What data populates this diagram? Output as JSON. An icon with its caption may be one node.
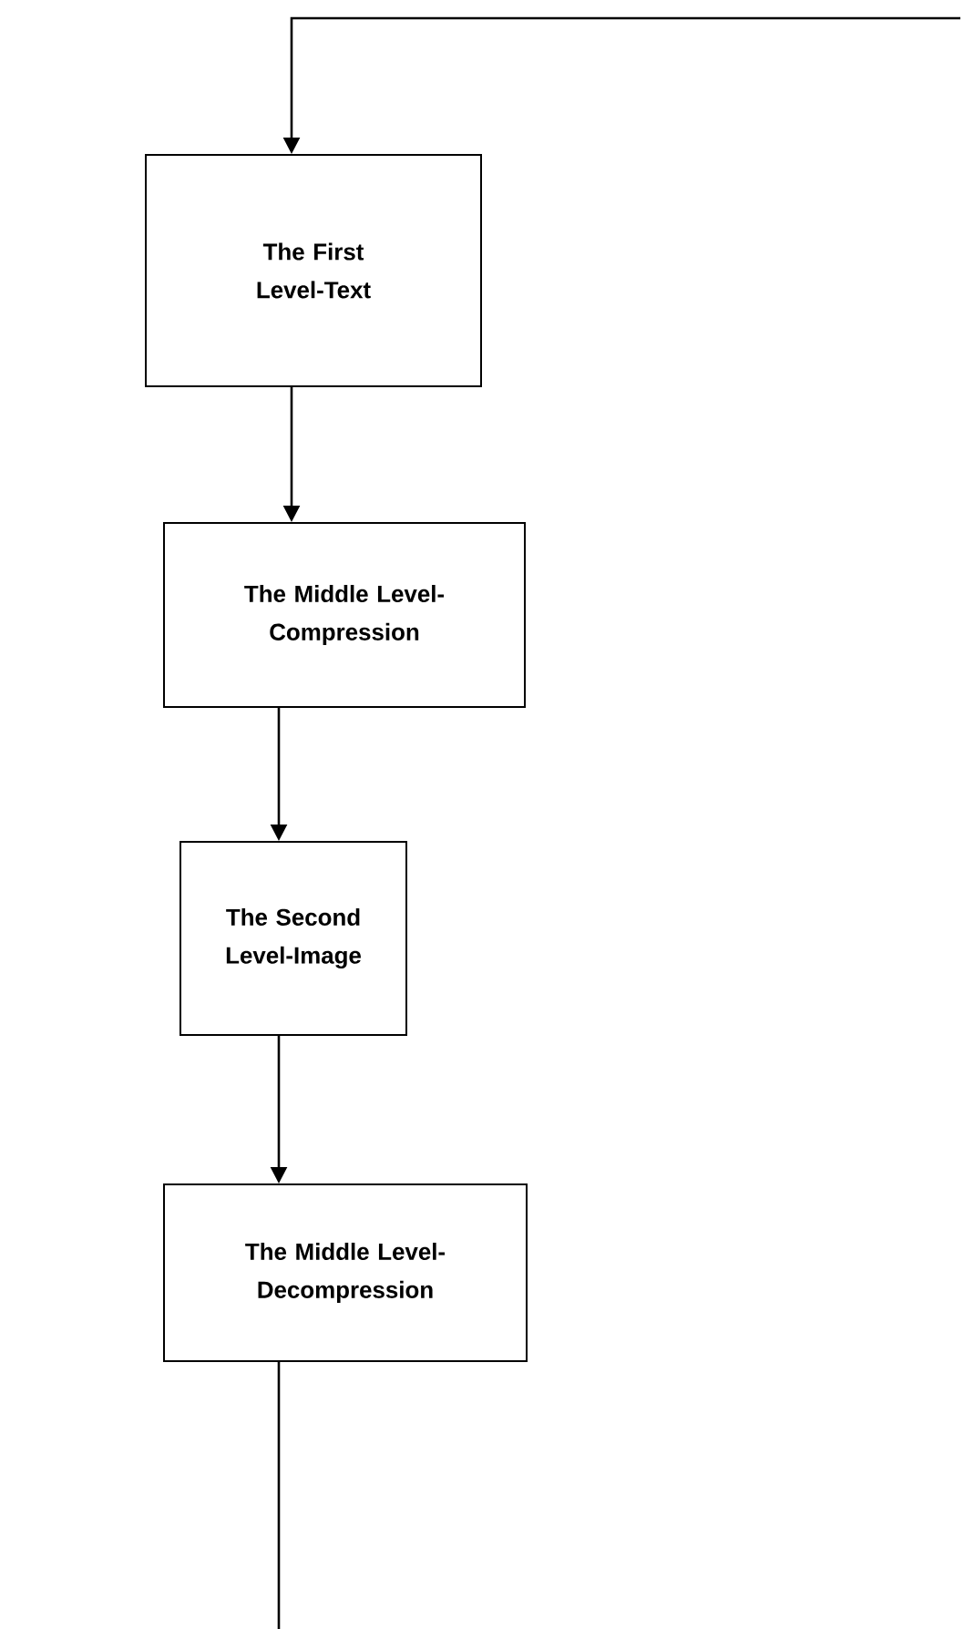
{
  "diagram": {
    "nodes": [
      {
        "text": [
          "The First Level-Text"
        ]
      },
      {
        "text": [
          "The Middle Level-Compression"
        ]
      },
      {
        "text": [
          "The Second Level-Image"
        ]
      },
      {
        "text": [
          "The Middle Level-Decompression"
        ]
      }
    ],
    "edges": [
      {
        "from": null,
        "to": 0,
        "arrow": "to"
      },
      {
        "from": 0,
        "to": 1,
        "arrow": "to"
      },
      {
        "from": 1,
        "to": 2,
        "arrow": "to"
      },
      {
        "from": 2,
        "to": 3,
        "arrow": "to"
      },
      {
        "from": 3,
        "to": null,
        "arrow": "none"
      }
    ]
  }
}
